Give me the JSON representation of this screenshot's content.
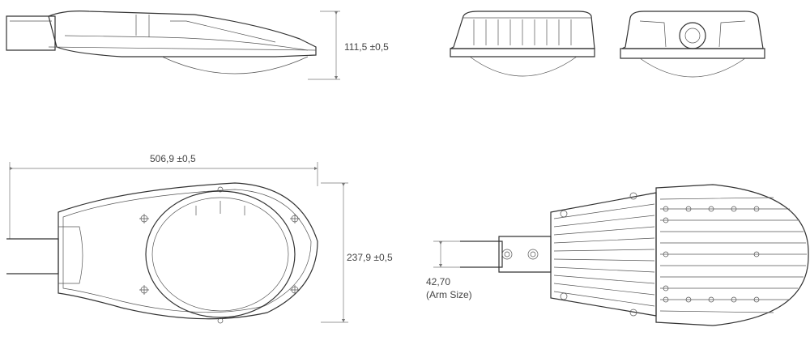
{
  "dimensions": {
    "height": "111,5 ±0,5",
    "length": "506,9 ±0,5",
    "width": "237,9 ±0,5",
    "arm_diameter": "42,70",
    "arm_note": "(Arm Size)"
  },
  "colors": {
    "line": "#333333",
    "dim_line": "#777777",
    "label": "#444444"
  }
}
